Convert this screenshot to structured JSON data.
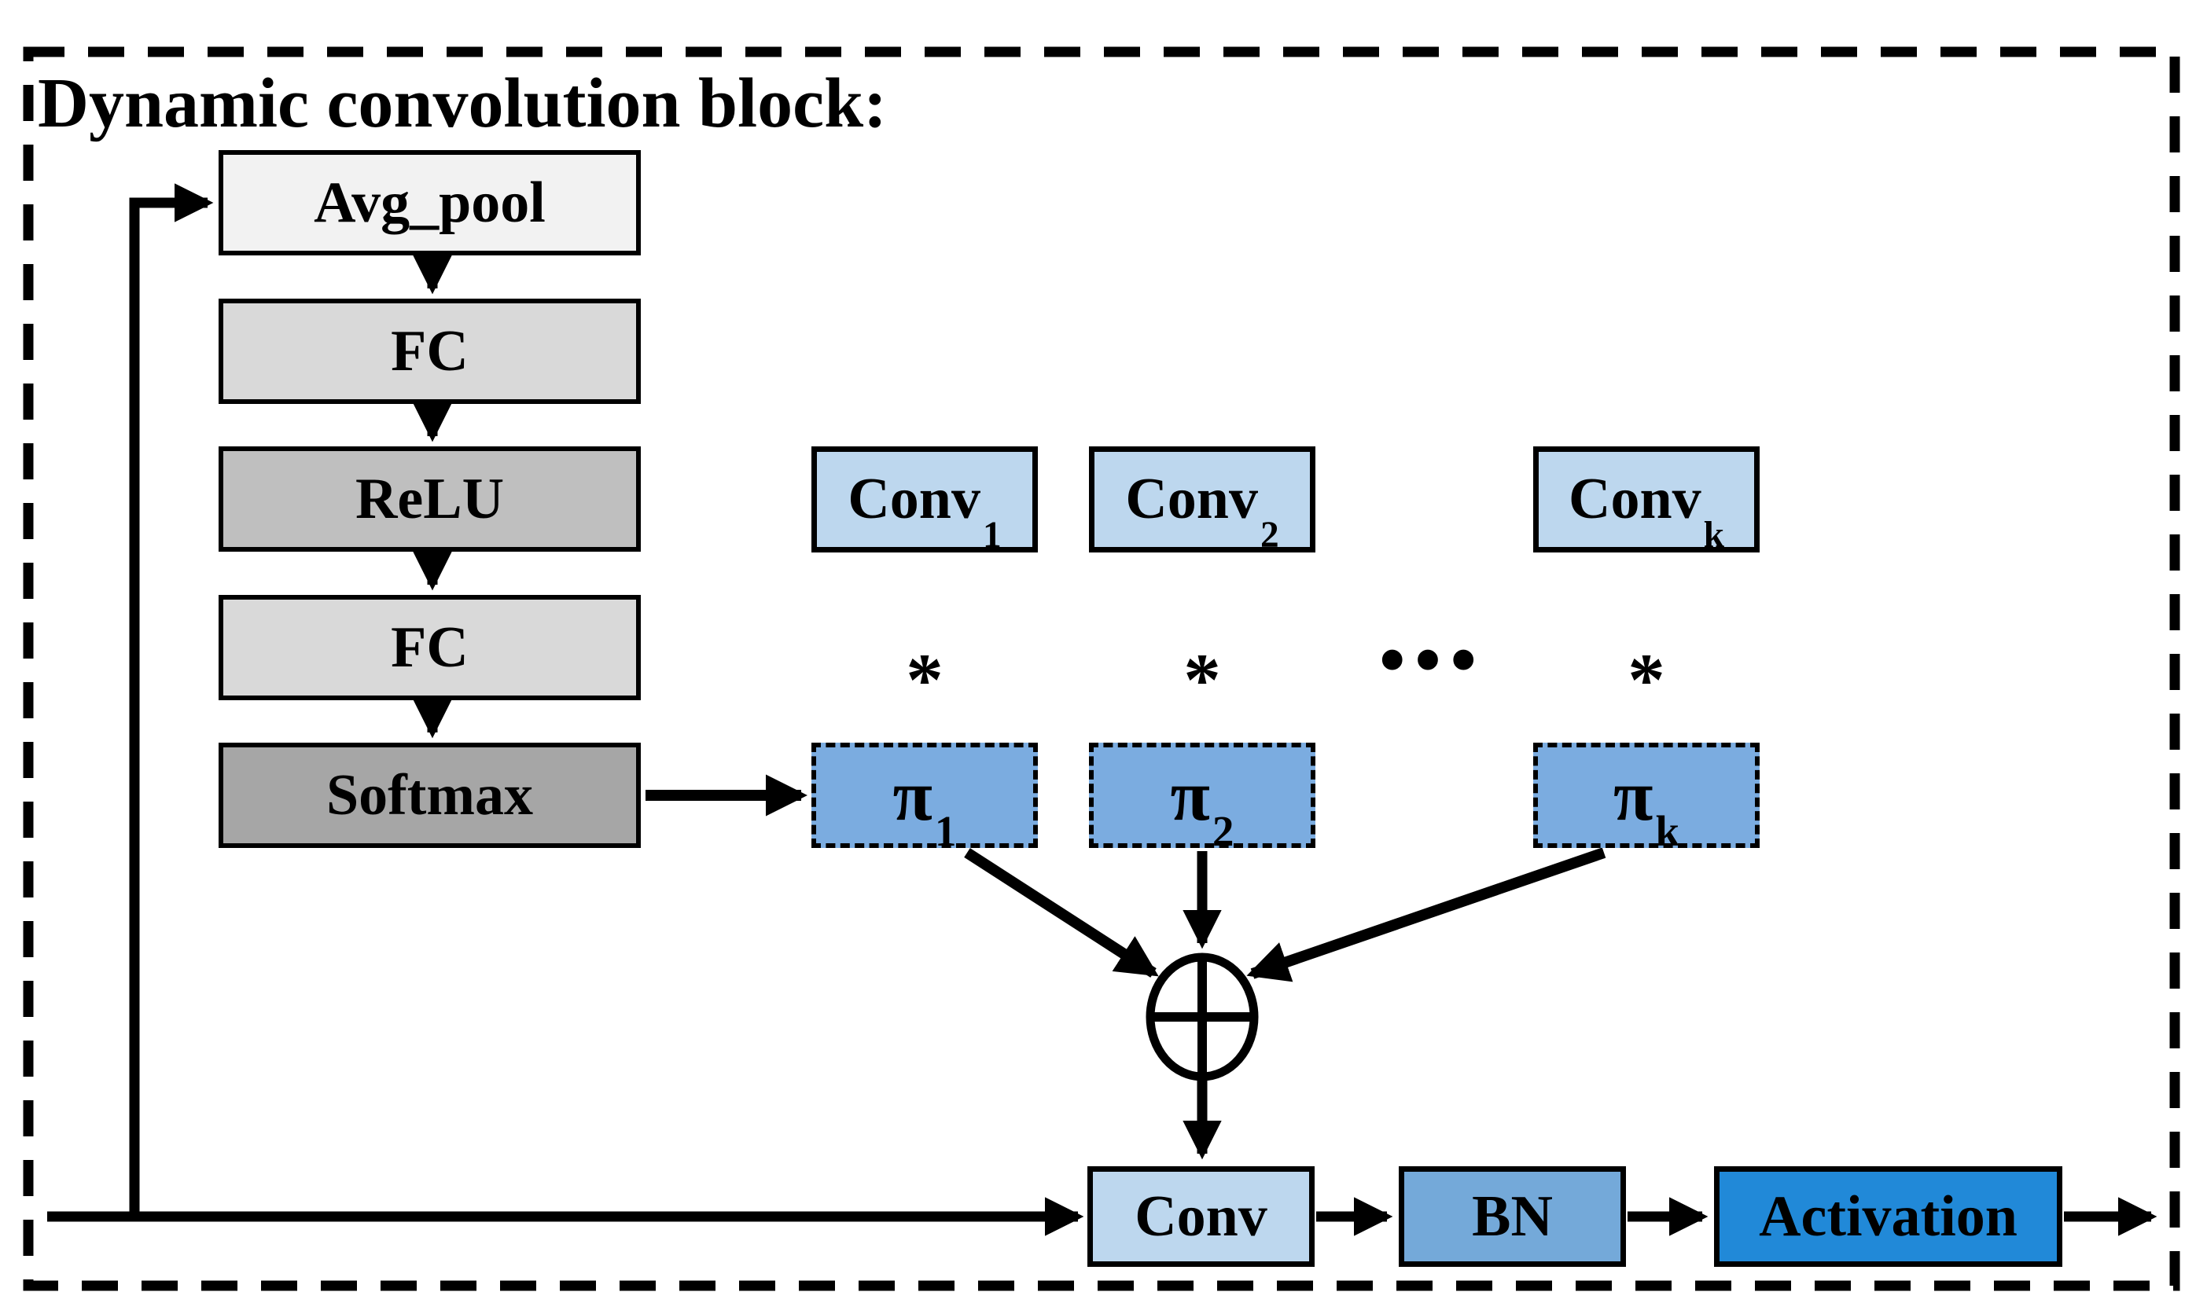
{
  "title": "Dynamic convolution block:",
  "attention_branch": {
    "boxes": [
      {
        "label": "Avg_pool"
      },
      {
        "label": "FC"
      },
      {
        "label": "ReLU"
      },
      {
        "label": "FC"
      },
      {
        "label": "Softmax"
      }
    ]
  },
  "kernel_row": {
    "boxes": [
      {
        "base": "Conv",
        "sub": "1"
      },
      {
        "base": "Conv",
        "sub": "2"
      },
      {
        "base": "Conv",
        "sub": "k"
      }
    ],
    "multiply_symbol": "*",
    "ellipsis": "•••"
  },
  "weight_row": {
    "boxes": [
      {
        "base": "π",
        "sub": "1"
      },
      {
        "base": "π",
        "sub": "2"
      },
      {
        "base": "π",
        "sub": "k"
      }
    ]
  },
  "output_branch": {
    "boxes": [
      {
        "label": "Conv"
      },
      {
        "label": "BN"
      },
      {
        "label": "Activation"
      }
    ]
  },
  "colors": {
    "avg_pool_fill": "#f2f2f2",
    "fc_fill": "#d9d9d9",
    "relu_fill": "#bfbfbf",
    "softmax_fill": "#a6a6a6",
    "kernel_fill": "#bdd7ee",
    "weight_fill": "#7bace0",
    "conv_out_fill": "#bdd7ee",
    "bn_fill": "#74a9d9",
    "activation_fill": "#2189d8",
    "line_color": "#000000"
  }
}
